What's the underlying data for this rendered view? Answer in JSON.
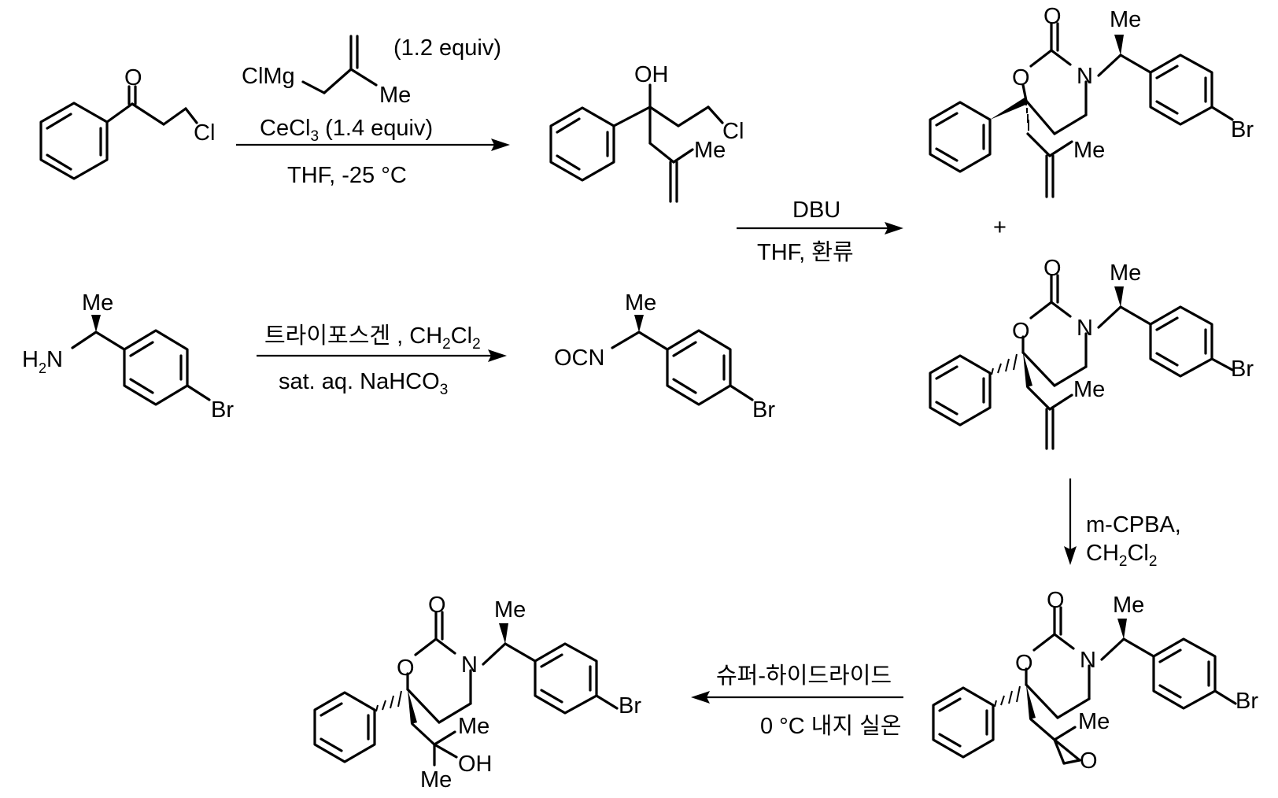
{
  "atoms": {
    "O": "O",
    "Cl": "Cl",
    "Br": "Br",
    "N": "N",
    "Me": "Me",
    "OH": "OH",
    "OCN": "OCN",
    "H": "H",
    "sub2": "2",
    "ClMg": "ClMg"
  },
  "step1": {
    "equiv_grignard": "(1.2 equiv)",
    "cecl_prefix": "CeCl",
    "cecl_sub": "3",
    "cecl_equiv": " (1.4 equiv)",
    "conditions": "THF, -25 °C"
  },
  "step2": {
    "reagent": "DBU",
    "conditions": "THF, 환류"
  },
  "plus": "+",
  "step3": {
    "reagent_prefix": "트라이포스겐 , CH",
    "reagent_sub1": "2",
    "reagent_mid": "Cl",
    "reagent_sub2": "2",
    "conditions_prefix": "sat. aq. NaHCO",
    "conditions_sub": "3"
  },
  "step4": {
    "reagent": "m-CPBA,",
    "solvent_prefix": "CH",
    "solvent_sub1": "2",
    "solvent_mid": "Cl",
    "solvent_sub2": "2"
  },
  "step5": {
    "reagent": "슈퍼-하이드라이드",
    "conditions": "0 °C 내지 실온"
  }
}
